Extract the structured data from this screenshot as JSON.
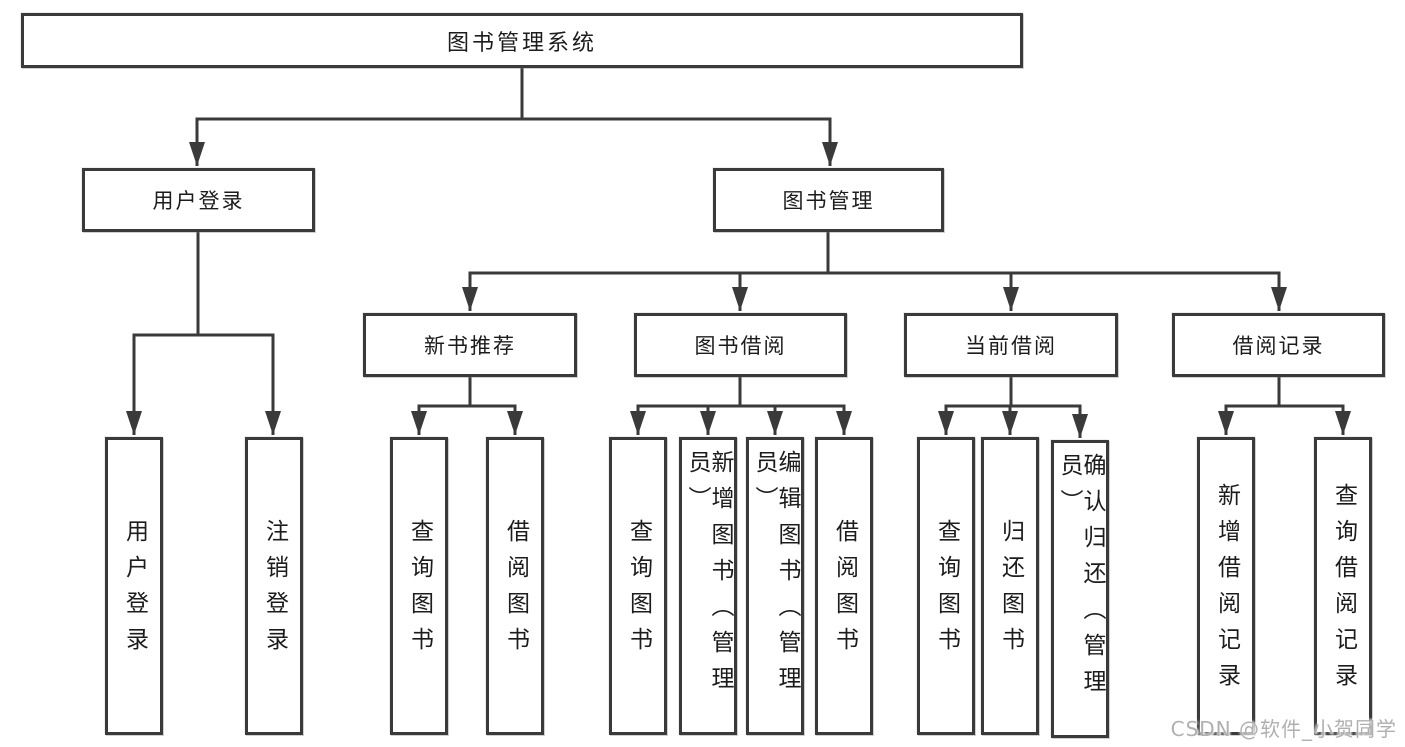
{
  "colors": {
    "line": "#3a3a3a",
    "text": "#1c1c1c",
    "watermark": "#b0b0b0"
  },
  "diagram": {
    "root": "图书管理系统",
    "level2": {
      "user_login": "用户登录",
      "book_mgmt": "图书管理"
    },
    "level3": {
      "new_book": "新书推荐",
      "book_borrow": "图书借阅",
      "current_borrow": "当前借阅",
      "borrow_record": "借阅记录"
    },
    "leaves": {
      "user_login_1": "用户登录",
      "user_login_2": "注销登录",
      "new_book_1": "查询图书",
      "new_book_2": "借阅图书",
      "book_borrow_1": "查询图书",
      "book_borrow_2": "新增图书（管理员）",
      "book_borrow_3": "编辑图书（管理员）",
      "book_borrow_4": "借阅图书",
      "current_borrow_1": "查询图书",
      "current_borrow_2": "归还图书",
      "current_borrow_3": "确认归还（管理员）",
      "borrow_record_1": "新增借阅记录",
      "borrow_record_2": "查询借阅记录"
    }
  },
  "watermark": "CSDN @软件_小贺同学"
}
